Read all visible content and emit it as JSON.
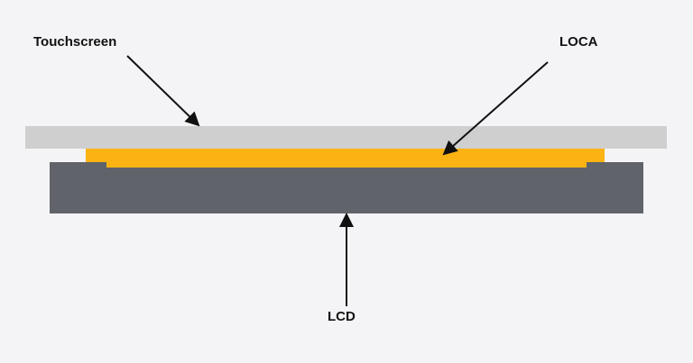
{
  "diagram": {
    "labels": {
      "touchscreen": "Touchscreen",
      "loca": "LOCA",
      "lcd": "LCD"
    },
    "colors": {
      "background": "#f4f4f6",
      "touchscreen": "#cfcfcf",
      "loca": "#fbb314",
      "lcd": "#606369",
      "arrow": "#111111"
    }
  }
}
